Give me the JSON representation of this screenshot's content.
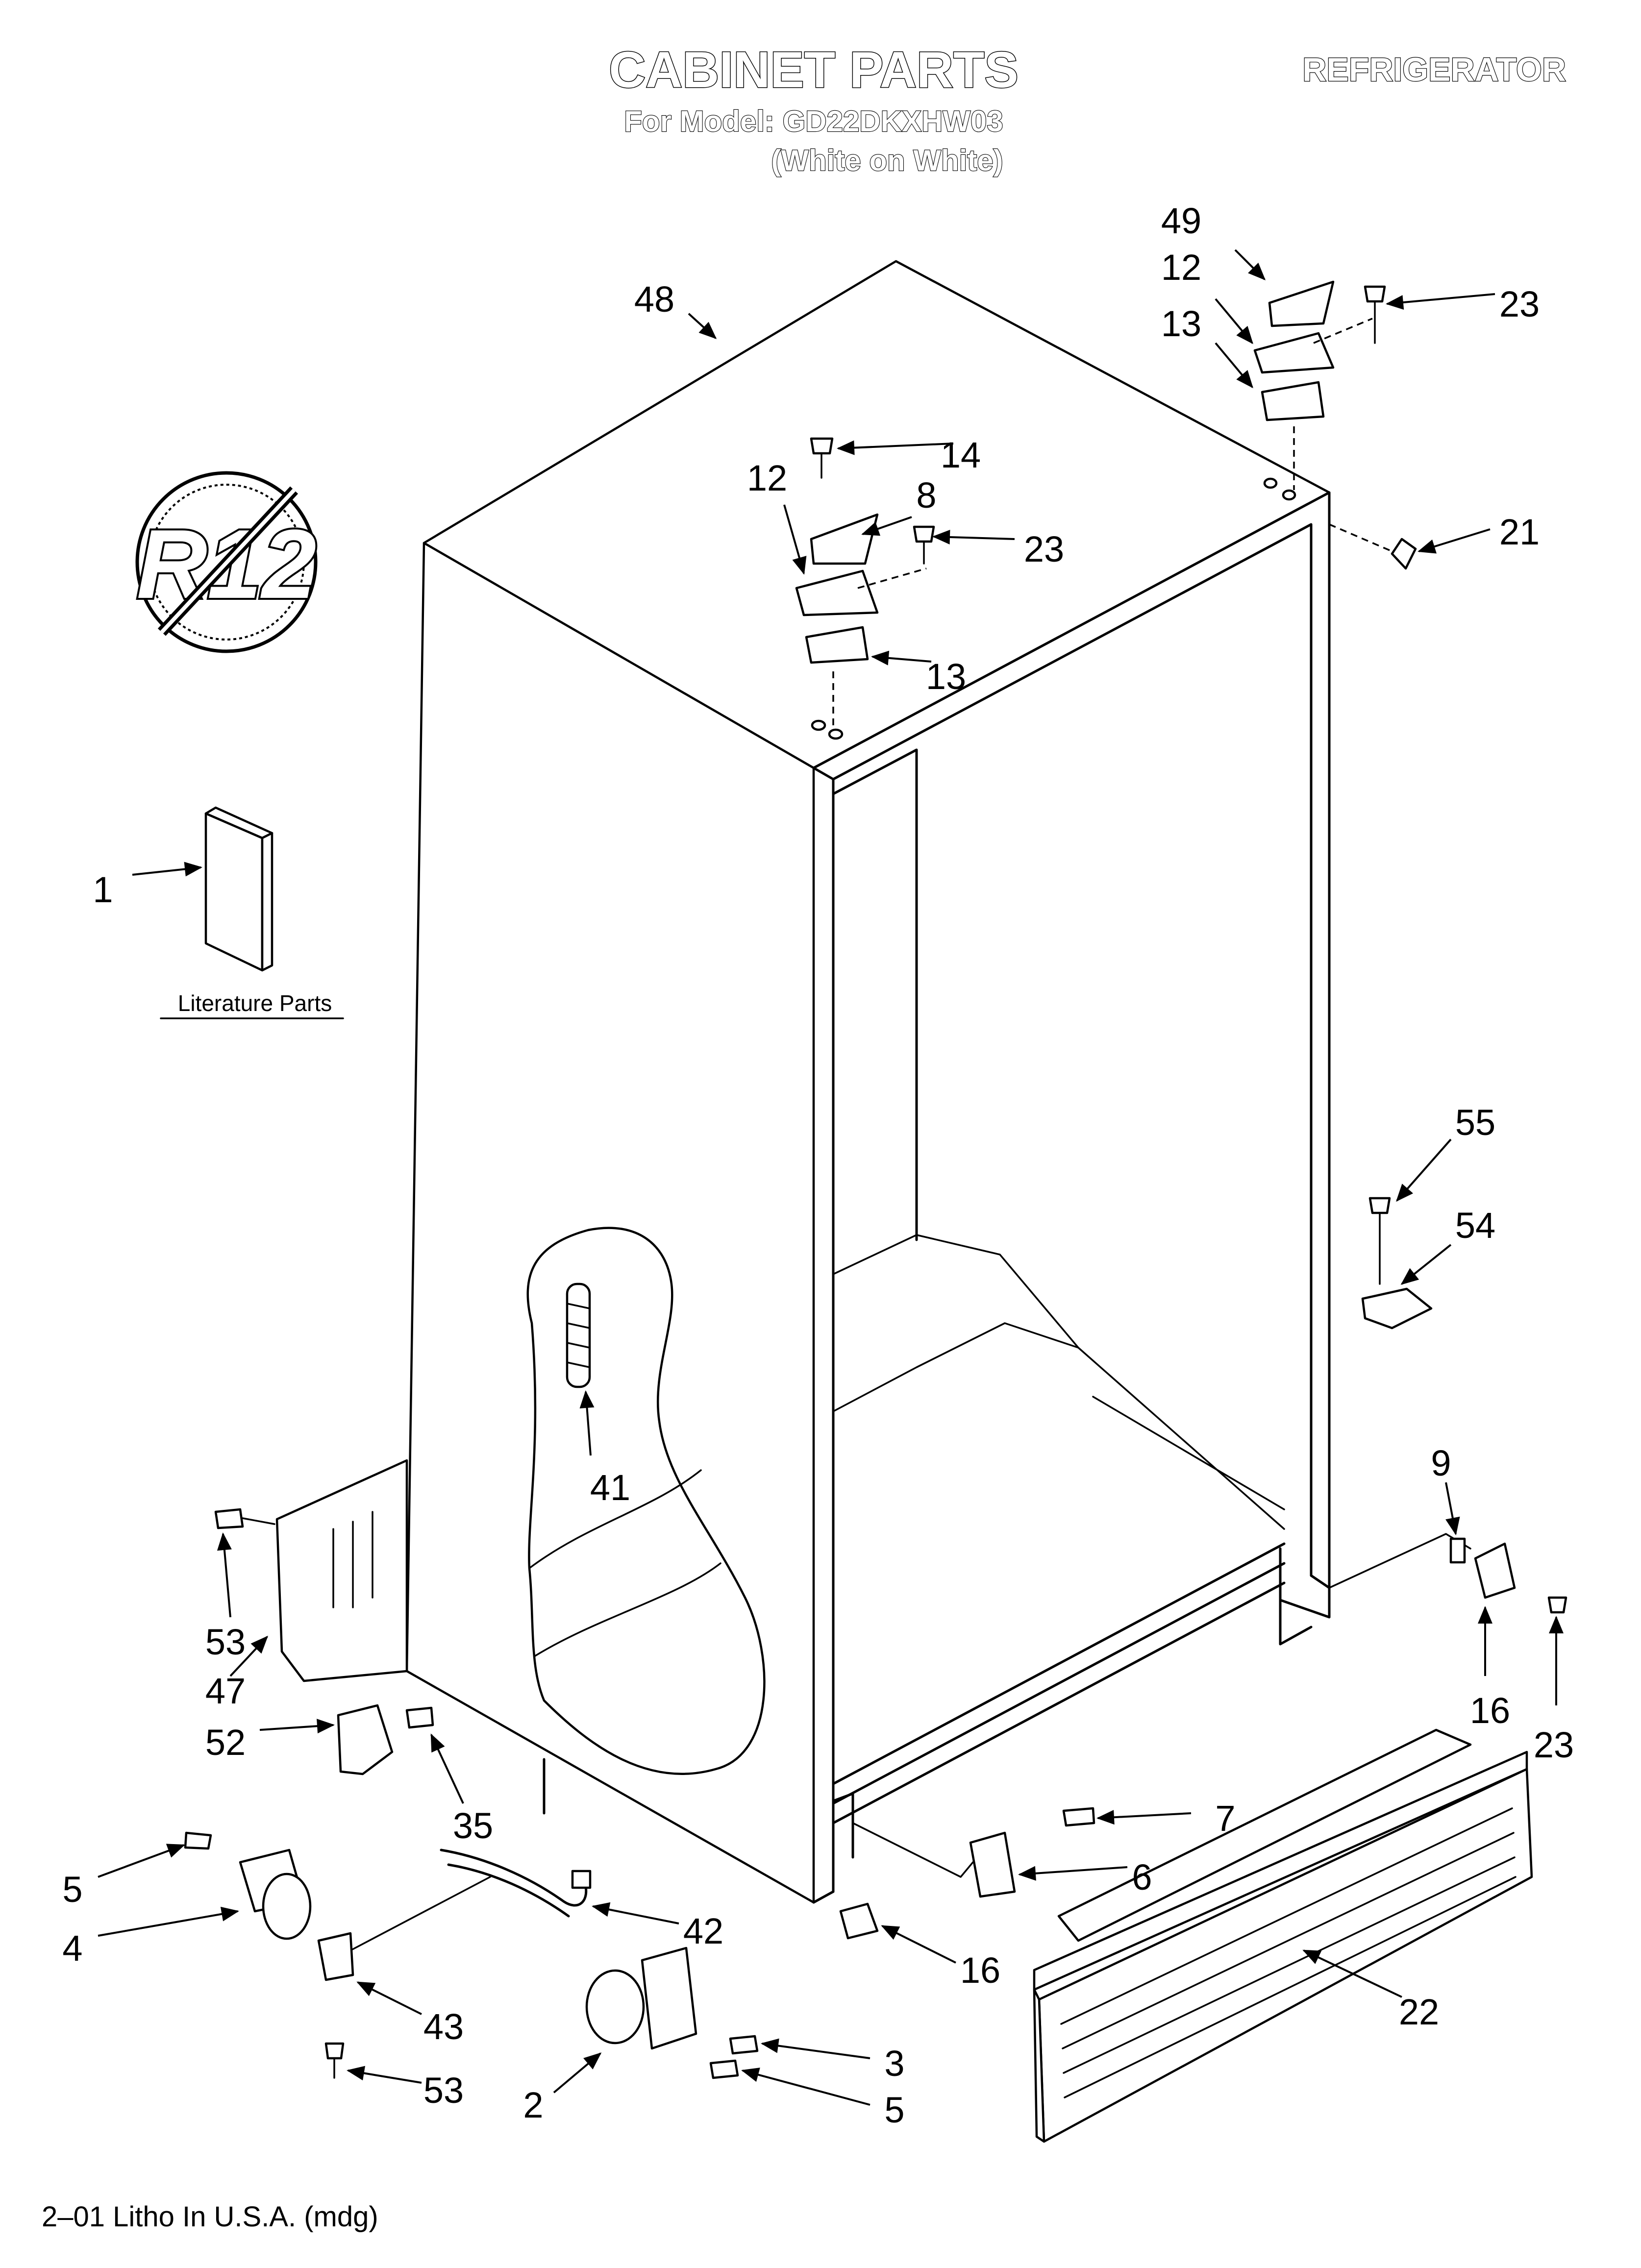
{
  "header": {
    "title": "CABINET PARTS",
    "model_line": "For Model: GD22DKXHW03",
    "color_line": "(White on White)",
    "appliance": "REFRIGERATOR"
  },
  "badge": {
    "text": "R12",
    "icon": "no-r12-refrigerant-icon"
  },
  "literature_label": "Literature Parts",
  "footer": "2–01 Litho In U.S.A. (mdg)",
  "callouts": [
    "48",
    "49",
    "12",
    "23",
    "13",
    "14",
    "12",
    "8",
    "23",
    "13",
    "21",
    "1",
    "55",
    "54",
    "41",
    "9",
    "53",
    "47",
    "16",
    "23",
    "52",
    "35",
    "7",
    "6",
    "5",
    "4",
    "42",
    "16",
    "43",
    "3",
    "22",
    "53",
    "2",
    "5"
  ]
}
